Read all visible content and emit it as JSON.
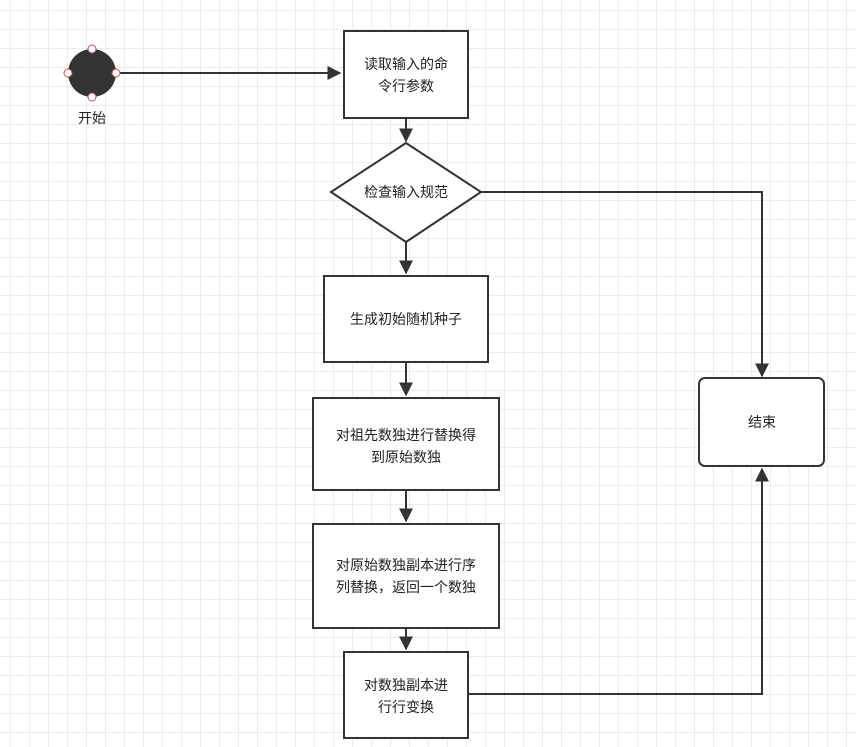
{
  "nodes": {
    "start": {
      "label": "开始"
    },
    "read_args": {
      "lines": [
        "读取输入的命",
        "令行参数"
      ]
    },
    "check_input": {
      "label": "检查输入规范"
    },
    "gen_seed": {
      "label": "生成初始随机种子"
    },
    "replace_ancestor": {
      "lines": [
        "对祖先数独进行替换得",
        "到原始数独"
      ]
    },
    "seq_replace": {
      "lines": [
        "对原始数独副本进行序",
        "列替换，返回一个数独"
      ]
    },
    "copy_transform": {
      "lines": [
        "对数独副本进",
        "行行变换"
      ]
    },
    "end": {
      "label": "结束"
    }
  }
}
